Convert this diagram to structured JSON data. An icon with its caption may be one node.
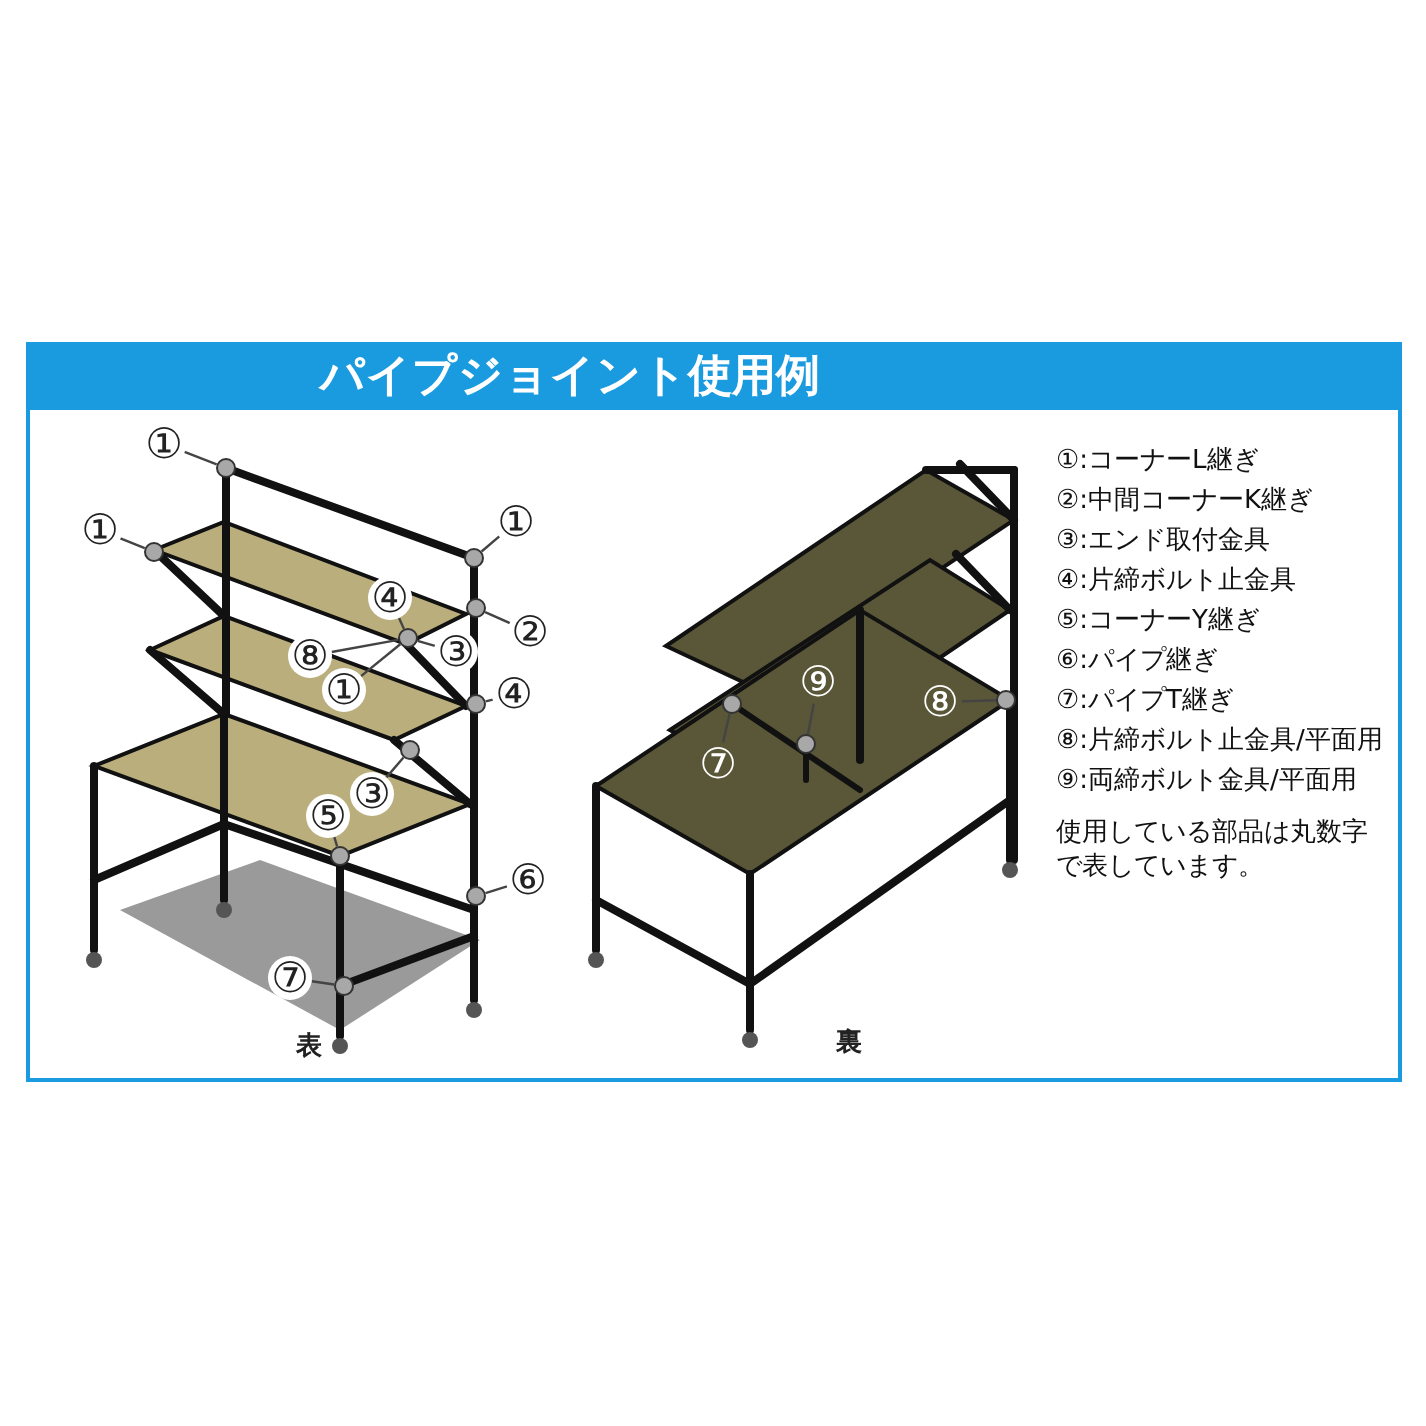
{
  "diagram": {
    "title": "パイプジョイント使用例",
    "nodes": [
      {
        "text": [
          "①"
        ]
      },
      {
        "text": [
          "①"
        ]
      },
      {
        "text": [
          "①"
        ]
      },
      {
        "text": [
          "④"
        ]
      },
      {
        "text": [
          "②"
        ]
      },
      {
        "text": [
          "⑧"
        ]
      },
      {
        "text": [
          "③"
        ]
      },
      {
        "text": [
          "①"
        ]
      },
      {
        "text": [
          "④"
        ]
      },
      {
        "text": [
          "③"
        ]
      },
      {
        "text": [
          "⑤"
        ]
      },
      {
        "text": [
          "⑥"
        ]
      },
      {
        "text": [
          "⑦"
        ]
      },
      {
        "text": [
          "⑨"
        ]
      },
      {
        "text": [
          "⑦"
        ]
      },
      {
        "text": [
          "⑧"
        ]
      },
      {
        "text": [],
        "shape": "circle"
      },
      {
        "text": [],
        "shape": "circle"
      },
      {
        "text": [],
        "shape": "circle"
      },
      {
        "text": [],
        "shape": "circle"
      },
      {
        "text": [],
        "shape": "circle"
      },
      {
        "text": [],
        "shape": "circle"
      },
      {
        "text": [],
        "shape": "circle"
      },
      {
        "text": [],
        "shape": "circle"
      },
      {
        "text": [],
        "shape": "circle"
      },
      {
        "text": [],
        "shape": "circle"
      },
      {
        "text": [],
        "shape": "circle"
      },
      {
        "text": [],
        "shape": "circle"
      },
      {
        "text": [],
        "shape": "circle"
      }
    ],
    "edges": [
      {
        "from": 0,
        "to": 16,
        "arrow": "none"
      },
      {
        "from": 1,
        "to": 17,
        "arrow": "none"
      },
      {
        "from": 2,
        "to": 18,
        "arrow": "none"
      },
      {
        "from": 3,
        "to": 19,
        "arrow": "none"
      },
      {
        "from": 4,
        "to": 20,
        "arrow": "none"
      },
      {
        "from": 5,
        "to": 19,
        "arrow": "none"
      },
      {
        "from": 6,
        "to": 19,
        "arrow": "none"
      },
      {
        "from": 7,
        "to": 19,
        "arrow": "none"
      },
      {
        "from": 8,
        "to": 21,
        "arrow": "none"
      },
      {
        "from": 9,
        "to": 22,
        "arrow": "none"
      },
      {
        "from": 10,
        "to": 23,
        "arrow": "none"
      },
      {
        "from": 11,
        "to": 24,
        "arrow": "none"
      },
      {
        "from": 12,
        "to": 25,
        "arrow": "none"
      },
      {
        "from": 13,
        "to": 27,
        "arrow": "none"
      },
      {
        "from": 14,
        "to": 26,
        "arrow": "none"
      },
      {
        "from": 15,
        "to": 28,
        "arrow": "none"
      }
    ],
    "labels": [
      "表",
      "裏",
      "①:コーナーL継ぎ",
      "②:中間コーナーK継ぎ",
      "③:エンド取付金具",
      "④:片締ボルト止金具",
      "⑤:コーナーY継ぎ",
      "⑥:パイプ継ぎ",
      "⑦:パイプT継ぎ",
      "⑧:片締ボルト止金具/平面用",
      "⑨:両締ボルト金具/平面用",
      "使用している部品は丸数字で表しています。"
    ]
  }
}
